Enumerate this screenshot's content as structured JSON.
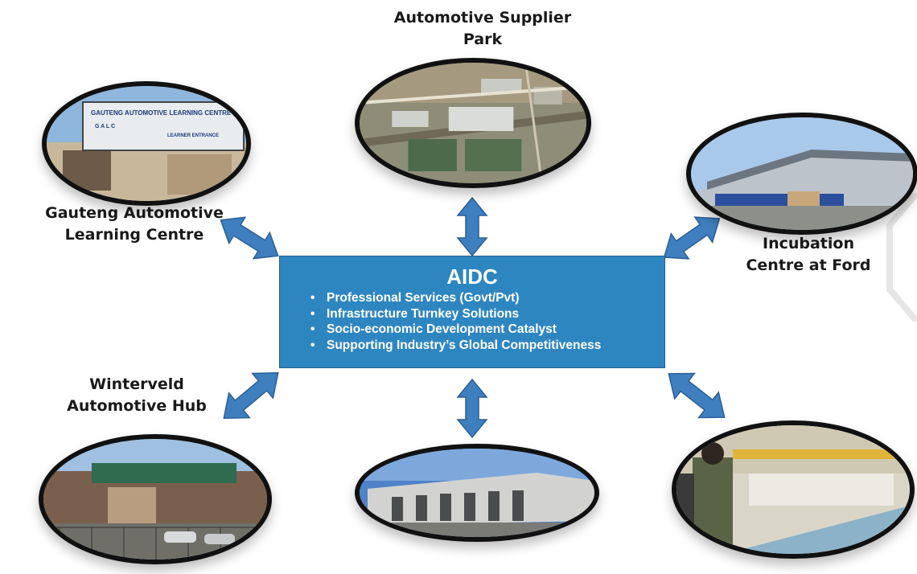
{
  "diagram": {
    "hub": {
      "title": "AIDC",
      "items": [
        "Professional Services (Govt/Pvt)",
        "Infrastructure Turnkey Solutions",
        "Socio-economic Development Catalyst",
        "Supporting Industry’s Global Competitiveness"
      ]
    },
    "nodes": {
      "top": {
        "label_line1": "Automotive Supplier",
        "label_line2": "Park"
      },
      "left_top": {
        "label_line1": "Gauteng Automotive",
        "label_line2": "Learning Centre"
      },
      "right_top": {
        "label_line1": "Incubation",
        "label_line2": "Centre at Ford"
      },
      "left_bottom": {
        "label_line1": "Winterveld",
        "label_line2": "Automotive Hub"
      },
      "bottom": {},
      "right_bottom": {}
    },
    "photo_signs": {
      "gauteng_line1": "GAUTENG AUTOMOTIVE LEARNING CENTRE",
      "gauteng_line2": "G A L C",
      "gauteng_line3": "LEARNER ENTRANCE"
    },
    "colors": {
      "hub_fill": "#2e86c1",
      "arrow_fill": "#3f7fbf",
      "arrow_stroke": "#2a5f96"
    }
  }
}
